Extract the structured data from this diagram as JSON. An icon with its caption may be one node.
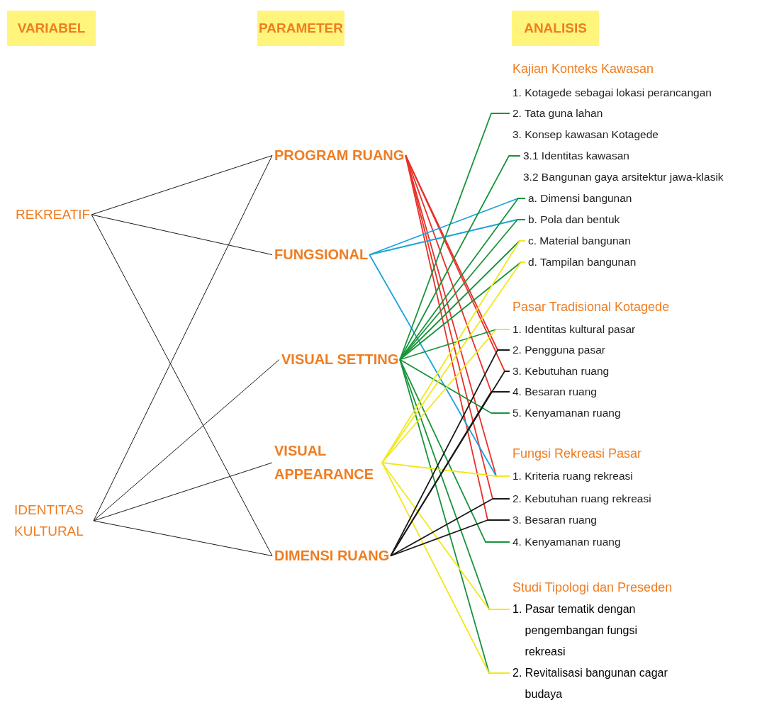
{
  "diagram": {
    "nodes": [
      {
        "text": [
          "VARIABEL"
        ]
      },
      {
        "text": [
          "PARAMETER"
        ]
      },
      {
        "text": [
          "ANALISIS"
        ]
      },
      {
        "text": [
          "REKREATIF"
        ]
      },
      {
        "text": [
          "IDENTITAS KULTURAL"
        ]
      },
      {
        "text": [
          "PROGRAM RUANG"
        ]
      },
      {
        "text": [
          "FUNGSIONAL"
        ]
      },
      {
        "text": [
          "VISUAL SETTING"
        ]
      },
      {
        "text": [
          "VISUAL APPEARANCE"
        ]
      },
      {
        "text": [
          "DIMENSI RUANG"
        ]
      },
      {
        "text": [
          "2. Tata guna lahan"
        ]
      },
      {
        "text": [
          "3.1 Identitas kawasan"
        ]
      },
      {
        "text": [
          "a. Dimensi bangunan"
        ]
      },
      {
        "text": [
          "b. Pola dan bentuk"
        ]
      },
      {
        "text": [
          "c. Material bangunan"
        ]
      },
      {
        "text": [
          "d. Tampilan bangunan"
        ]
      },
      {
        "text": [
          "1. Identitas kultural pasar"
        ]
      },
      {
        "text": [
          "2. Pengguna pasar"
        ]
      },
      {
        "text": [
          "3. Kebutuhan ruang"
        ]
      },
      {
        "text": [
          "4. Besaran ruang"
        ]
      },
      {
        "text": [
          "5. Kenyamanan ruang"
        ]
      },
      {
        "text": [
          "1. Kriteria ruang rekreasi"
        ]
      },
      {
        "text": [
          "2. Kebutuhan ruang rekreasi"
        ]
      },
      {
        "text": [
          "3. Besaran ruang"
        ]
      },
      {
        "text": [
          "4. Kenyamanan ruang"
        ]
      },
      {
        "text": [
          "1. Pasar tematik dengan pengembangan fungsi rekreasi"
        ]
      },
      {
        "text": [
          "2. Revitalisasi bangunan cagar budaya"
        ]
      }
    ],
    "edges": [
      {
        "from": 3,
        "to": 5,
        "arrow": "none"
      },
      {
        "from": 3,
        "to": 6,
        "arrow": "none"
      },
      {
        "from": 3,
        "to": 9,
        "arrow": "none"
      },
      {
        "from": 4,
        "to": 5,
        "arrow": "none"
      },
      {
        "from": 4,
        "to": 7,
        "arrow": "none"
      },
      {
        "from": 4,
        "to": 8,
        "arrow": "none"
      },
      {
        "from": 4,
        "to": 9,
        "arrow": "none"
      },
      {
        "from": 5,
        "to": 17,
        "arrow": "none",
        "color": "#e8312a"
      },
      {
        "from": 5,
        "to": 18,
        "arrow": "none",
        "color": "#e8312a"
      },
      {
        "from": 5,
        "to": 19,
        "arrow": "none",
        "color": "#e8312a"
      },
      {
        "from": 5,
        "to": 21,
        "arrow": "none",
        "color": "#e8312a"
      },
      {
        "from": 5,
        "to": 22,
        "arrow": "none",
        "color": "#e8312a"
      },
      {
        "from": 5,
        "to": 23,
        "arrow": "none",
        "color": "#e8312a"
      },
      {
        "from": 6,
        "to": 12,
        "arrow": "none",
        "color": "#1ba3db"
      },
      {
        "from": 6,
        "to": 13,
        "arrow": "none",
        "color": "#1ba3db"
      },
      {
        "from": 6,
        "to": 21,
        "arrow": "none",
        "color": "#1ba3db"
      },
      {
        "from": 7,
        "to": 10,
        "arrow": "none",
        "color": "#17943a"
      },
      {
        "from": 7,
        "to": 11,
        "arrow": "none",
        "color": "#17943a"
      },
      {
        "from": 7,
        "to": 12,
        "arrow": "none",
        "color": "#17943a"
      },
      {
        "from": 7,
        "to": 13,
        "arrow": "none",
        "color": "#17943a"
      },
      {
        "from": 7,
        "to": 14,
        "arrow": "none",
        "color": "#17943a"
      },
      {
        "from": 7,
        "to": 15,
        "arrow": "none",
        "color": "#17943a"
      },
      {
        "from": 7,
        "to": 16,
        "arrow": "none",
        "color": "#17943a"
      },
      {
        "from": 7,
        "to": 20,
        "arrow": "none",
        "color": "#17943a"
      },
      {
        "from": 7,
        "to": 24,
        "arrow": "none",
        "color": "#17943a"
      },
      {
        "from": 7,
        "to": 25,
        "arrow": "none",
        "color": "#17943a"
      },
      {
        "from": 7,
        "to": 26,
        "arrow": "none",
        "color": "#17943a"
      },
      {
        "from": 8,
        "to": 14,
        "arrow": "none",
        "color": "#f2e81c"
      },
      {
        "from": 8,
        "to": 15,
        "arrow": "none",
        "color": "#f2e81c"
      },
      {
        "from": 8,
        "to": 16,
        "arrow": "none",
        "color": "#f2e81c"
      },
      {
        "from": 8,
        "to": 21,
        "arrow": "none",
        "color": "#f2e81c"
      },
      {
        "from": 8,
        "to": 25,
        "arrow": "none",
        "color": "#f2e81c"
      },
      {
        "from": 8,
        "to": 26,
        "arrow": "none",
        "color": "#f2e81c"
      },
      {
        "from": 9,
        "to": 17,
        "arrow": "none"
      },
      {
        "from": 9,
        "to": 18,
        "arrow": "none"
      },
      {
        "from": 9,
        "to": 19,
        "arrow": "none"
      },
      {
        "from": 9,
        "to": 22,
        "arrow": "none"
      },
      {
        "from": 9,
        "to": 23,
        "arrow": "none"
      }
    ],
    "labels": [
      "Kajian Konteks Kawasan",
      "1. Kotagede sebagai lokasi perancangan",
      "3. Konsep kawasan Kotagede",
      "3.2 Bangunan gaya arsitektur jawa-klasik",
      "Pasar Tradisional Kotagede",
      "Fungsi Rekreasi Pasar",
      "Studi Tipologi dan Preseden"
    ]
  }
}
